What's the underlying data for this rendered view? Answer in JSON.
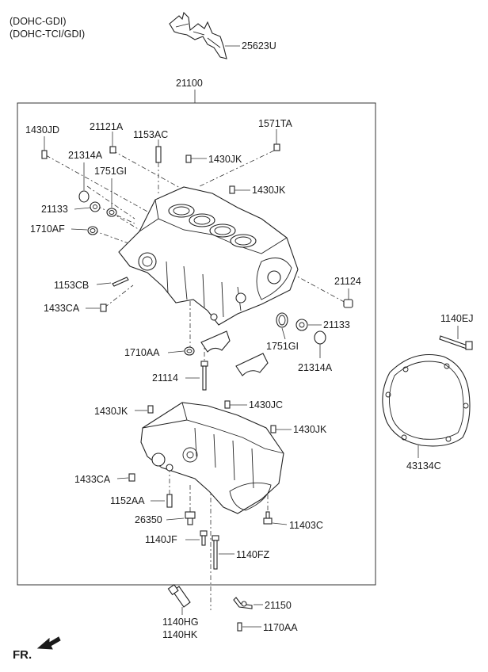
{
  "header": {
    "line1": "(DOHC-GDI)",
    "line2": "(DOHC-TCI/GDI)"
  },
  "assembly_label": "21100",
  "orientation_label": "FR.",
  "parts": {
    "p25623U": "25623U",
    "p1430JD": "1430JD",
    "p21121A": "21121A",
    "p1153AC": "1153AC",
    "p1571TA": "1571TA",
    "p21314A_top": "21314A",
    "p1430JK_1": "1430JK",
    "p1751GI_top": "1751GI",
    "p1430JK_2": "1430JK",
    "p21133_top": "21133",
    "p1710AF": "1710AF",
    "p1153CB": "1153CB",
    "p21124": "21124",
    "p1433CA_top": "1433CA",
    "p21133_right": "21133",
    "p1751GI_right": "1751GI",
    "p1710AA": "1710AA",
    "p21314A_right": "21314A",
    "p21114": "21114",
    "p1140EJ": "1140EJ",
    "p1430JK_3": "1430JK",
    "p1430JC": "1430JC",
    "p1430JK_4": "1430JK",
    "p43134C": "43134C",
    "p1433CA_bottom": "1433CA",
    "p1152AA": "1152AA",
    "p26350": "26350",
    "p11403C": "11403C",
    "p1140JF": "1140JF",
    "p1140FZ": "1140FZ",
    "p1140HG": "1140HG",
    "p1140HK": "1140HK",
    "p21150": "21150",
    "p1170AA": "1170AA"
  },
  "icons": [
    "arrow-fr-icon"
  ]
}
